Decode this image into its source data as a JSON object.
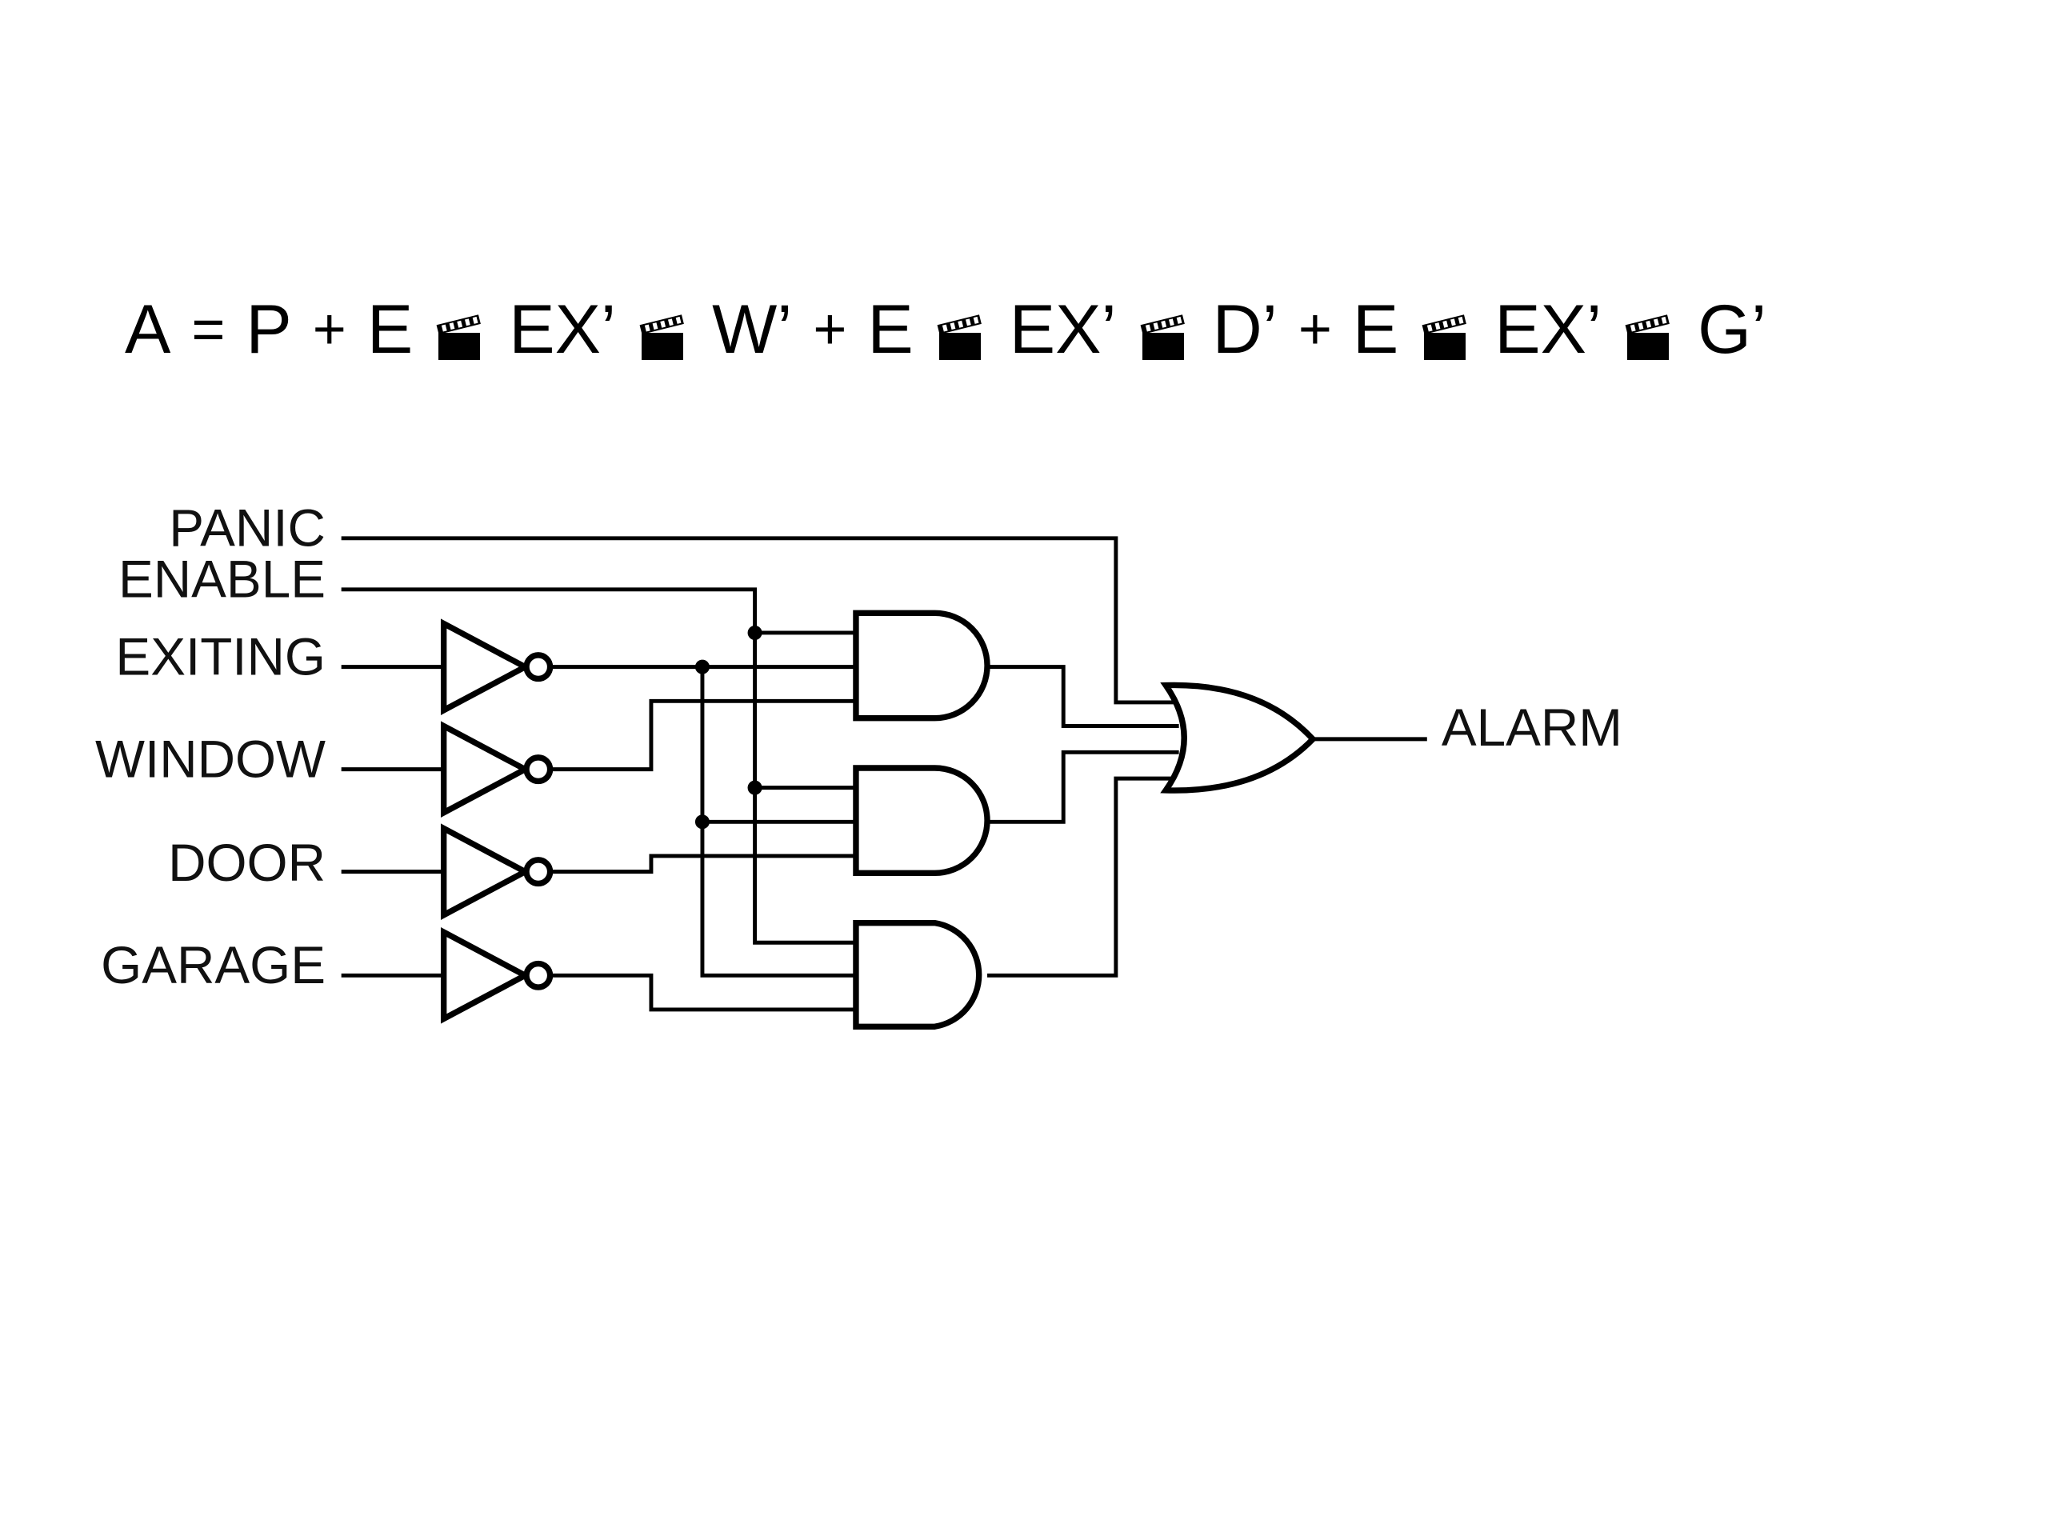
{
  "equation": {
    "tokens": [
      "A",
      "=",
      "P",
      "+",
      "E",
      "EX’",
      "W’",
      "+",
      "E",
      "EX’",
      "D’",
      "+",
      "E",
      "EX’",
      "G’"
    ],
    "separator_icon": "clapperboard-icon"
  },
  "circuit": {
    "inputs": {
      "panic": "PANIC",
      "enable": "ENABLE",
      "exiting": "EXITING",
      "window": "WINDOW",
      "door": "DOOR",
      "garage": "GARAGE"
    },
    "output": "ALARM"
  }
}
